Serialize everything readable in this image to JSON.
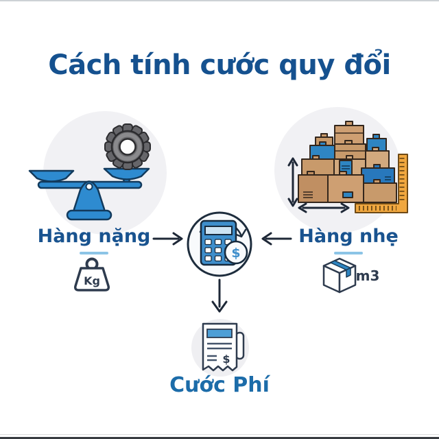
{
  "title": {
    "text": "Cách tính cước quy đổi"
  },
  "nodes": {
    "heavy": {
      "label": "Hàng nặng",
      "unit": "Kg",
      "icon": "balance-scale-with-gear"
    },
    "light": {
      "label": "Hàng nhẹ",
      "unit": "m3",
      "icon": "box-stack-with-dimension-arrows-and-ruler"
    },
    "center": {
      "icon": "calculator-with-dollar-coin",
      "symbol": "$"
    },
    "result": {
      "label": "Cước Phí",
      "icon": "receipt-with-dollar",
      "symbol": "$"
    }
  },
  "colors": {
    "title_text": "#15518F",
    "label_text": "#19538F",
    "fee_label_text": "#1C6CA9",
    "label_underline": "#8CC4E6",
    "arrow": "#1E2837",
    "scale_blue": "#2E8BD0",
    "gear_gray": "#6A6A6D",
    "box_brown": "#C89A6B",
    "box_blue": "#2E85C2",
    "ruler_orange": "#F0A73F",
    "calculator_blue": "#3E8ECB",
    "receipt_header_blue": "#4E9FD6",
    "circle_background": "#F1F1F4"
  }
}
